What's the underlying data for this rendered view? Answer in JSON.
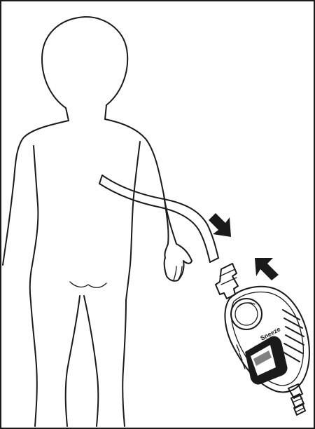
{
  "illustration": {
    "stroke_color": "#1a1a1a",
    "background": "#ffffff",
    "device": {
      "brand_text": "Sneeze"
    },
    "icons": [
      "child-outline",
      "suction-tube",
      "nasal-aspirator-device",
      "arrow-insert",
      "arrow-attach"
    ]
  }
}
